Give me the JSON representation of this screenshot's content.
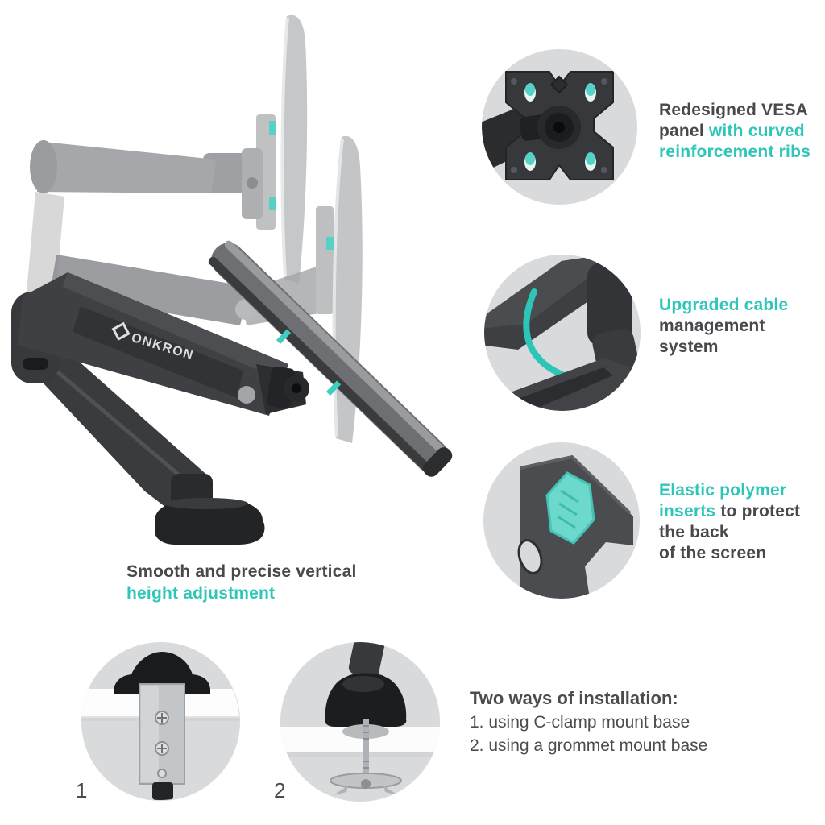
{
  "colors": {
    "accent": "#2fc6b9",
    "accent_light": "#62d6c9",
    "text_dark": "#48494d",
    "callout_bg": "#d9dadb",
    "arm_dark": "#3f4043",
    "ghost_gray": "#a6a7aa",
    "monitor_light": "#c6c7c9",
    "metal": "#c3c6c9",
    "background": "#ffffff"
  },
  "brand": {
    "logo_text": "ONKRON"
  },
  "main_caption": {
    "line1": "Smooth and precise vertical",
    "line2": "height adjustment"
  },
  "features": [
    {
      "id": "vesa-panel",
      "l1": "Redesigned VESA",
      "l2a": "panel ",
      "l2b": "with curved",
      "l3": "reinforcement ribs"
    },
    {
      "id": "cable-management",
      "l1": "Upgraded cable",
      "l2": "management",
      "l3": "system"
    },
    {
      "id": "polymer-inserts",
      "l1": "Elastic polymer",
      "l2a": "inserts ",
      "l2b": "to protect",
      "l3": "the back",
      "l4": "of the screen"
    }
  ],
  "installation": {
    "heading": "Two ways of installation:",
    "item1": "1. using C-clamp mount base",
    "item2": "2. using a grommet mount base"
  },
  "badges": {
    "clamp": "1",
    "grommet": "2"
  }
}
